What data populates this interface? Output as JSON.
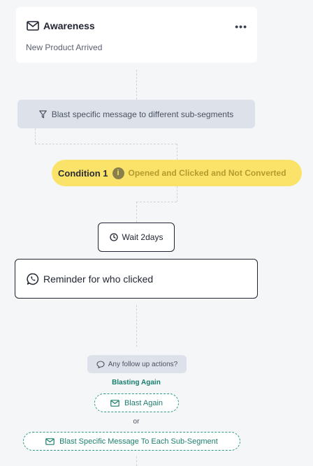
{
  "awareness_card": {
    "title": "Awareness",
    "subtitle": "New Product Arrived",
    "more_label": "•••",
    "icon": "mail-icon"
  },
  "filter_step": {
    "label": "Blast specific message to different sub-segments",
    "icon": "filter-icon"
  },
  "condition": {
    "title": "Condition 1",
    "info_icon_text": "i",
    "description": "Opened and Clicked and Not Converted",
    "color": "#fbe36a"
  },
  "wait_step": {
    "label": "Wait 2days",
    "icon": "clock-icon"
  },
  "reminder_step": {
    "label": "Reminder for who clicked",
    "icon": "whatsapp-icon"
  },
  "follow_up": {
    "prompt": "Any follow up actions?",
    "icon": "chat-bubble-icon",
    "section_label": "Blasting Again",
    "option_1": "Blast Again",
    "or_label": "or",
    "option_2": "Blast Specific Message To Each Sub-Segment",
    "accent": "#17806d"
  }
}
